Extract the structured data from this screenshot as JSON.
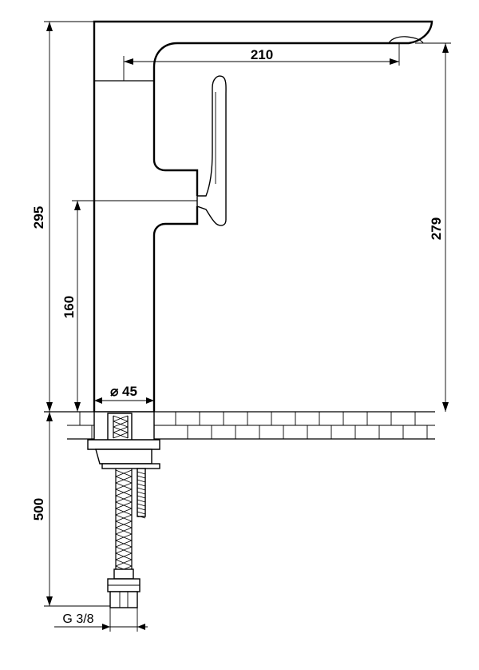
{
  "dimensions": {
    "total_height": "295",
    "spout_height": "279",
    "spout_reach": "210",
    "handle_height": "160",
    "body_diameter": "⌀ 45",
    "hose_length": "500",
    "thread": "G 3/8"
  }
}
